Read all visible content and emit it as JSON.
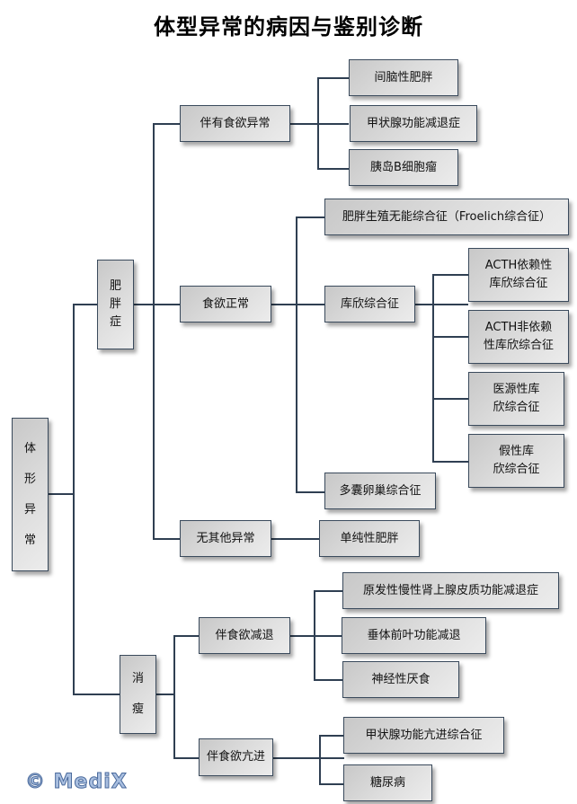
{
  "title": "体型异常的病因与鉴别诊断",
  "root": {
    "label": "体形异常",
    "chars": [
      "体",
      "形",
      "异",
      "常"
    ]
  },
  "obesity": {
    "label": "肥胖症",
    "chars": [
      "肥",
      "胖",
      "症"
    ],
    "appetite_abnormal": {
      "label": "伴有食欲异常",
      "children": [
        "间脑性肥胖",
        "甲状腺功能减退症",
        "胰岛B细胞瘤"
      ]
    },
    "appetite_normal": {
      "label": "食欲正常",
      "froelich": "肥胖生殖无能综合征（Froelich综合征）",
      "cushing": {
        "label": "库欣综合征",
        "children": [
          {
            "line1": "ACTH依赖性",
            "line2": "库欣综合征"
          },
          {
            "line1": "ACTH非依赖",
            "line2": "性库欣综合征"
          },
          {
            "line1": "医源性库",
            "line2": "欣综合征"
          },
          {
            "line1": "假性库",
            "line2": "欣综合征"
          }
        ]
      },
      "pcos": "多囊卵巢综合征"
    },
    "no_other": {
      "label": "无其他异常",
      "child": "单纯性肥胖"
    }
  },
  "emaciation": {
    "label": "消瘦",
    "chars": [
      "消",
      "瘦"
    ],
    "appetite_decreased": {
      "label": "伴食欲减退",
      "children": [
        "原发性慢性肾上腺皮质功能减退症",
        "垂体前叶功能减退",
        "神经性厌食"
      ]
    },
    "appetite_increased": {
      "label": "伴食欲亢进",
      "children": [
        "甲状腺功能亢进综合征",
        "糖尿病"
      ]
    }
  },
  "watermark": "© MediX"
}
